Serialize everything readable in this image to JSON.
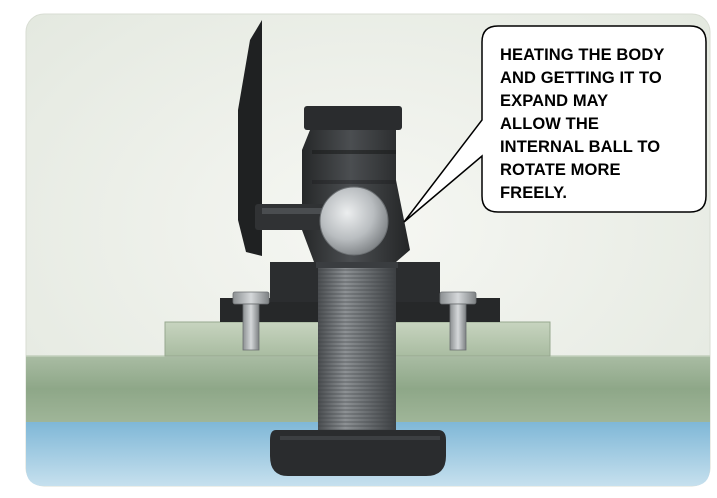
{
  "callout": {
    "lines": [
      "HEATING THE BODY",
      "AND GETTING IT TO",
      "EXPAND MAY",
      "ALLOW THE",
      "INTERNAL BALL TO",
      "ROTATE MORE",
      "FREELY."
    ]
  },
  "colors": {
    "valve_body": "#2f3133",
    "ball": "#c9ccce",
    "hull": "#8fa68a",
    "backing_plate": "#b5c6ad",
    "water": "#8cc0dd",
    "background": "#eef0ea"
  }
}
